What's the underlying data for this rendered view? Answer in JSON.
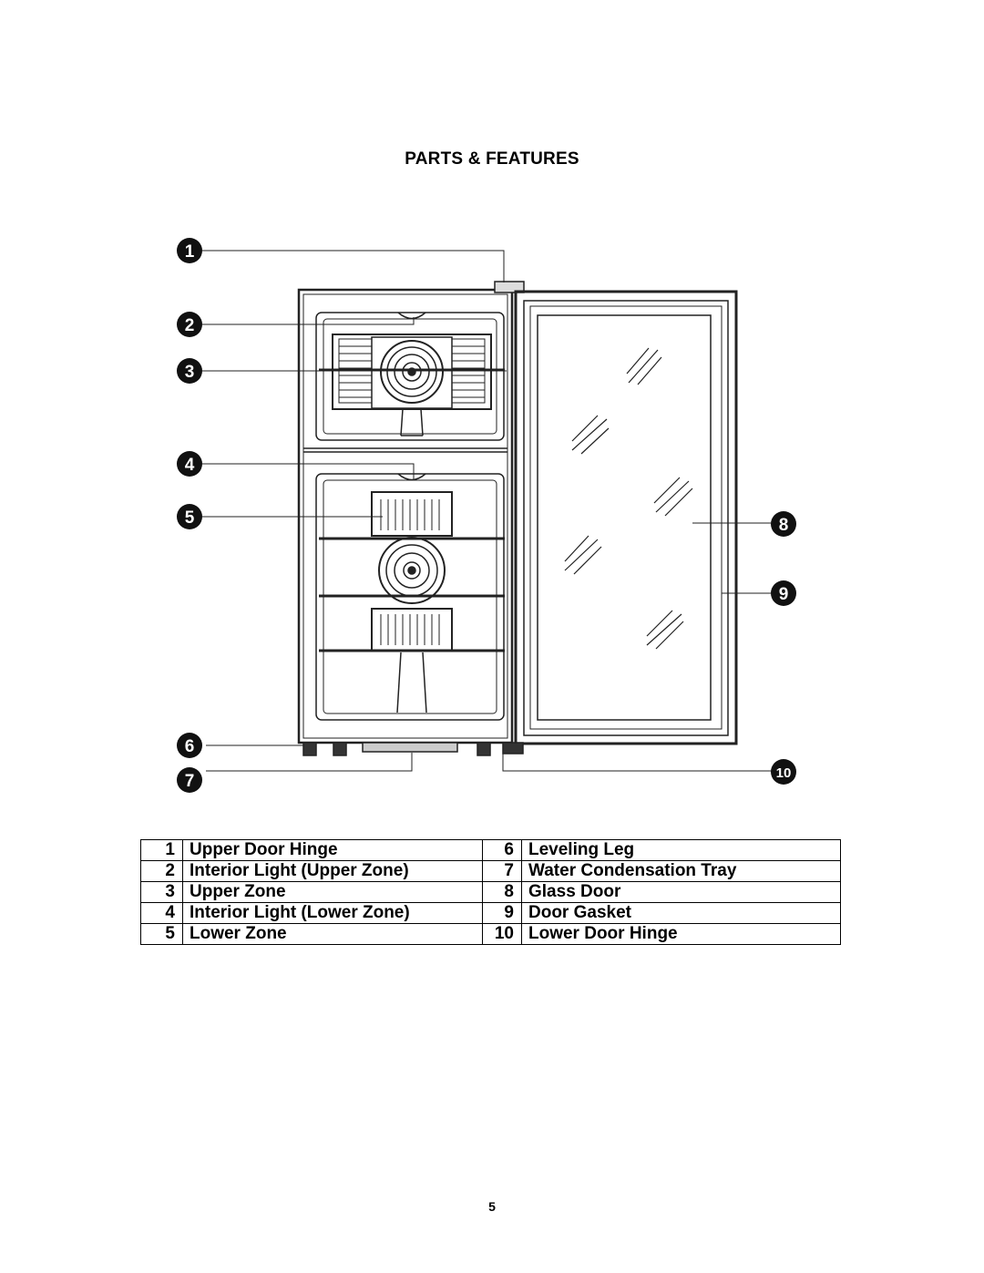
{
  "title": "PARTS & FEATURES",
  "callouts": [
    "1",
    "2",
    "3",
    "4",
    "5",
    "6",
    "7",
    "8",
    "9",
    "10"
  ],
  "parts_table": {
    "rows": [
      {
        "left_num": "1",
        "left_label": "Upper Door Hinge",
        "right_num": "6",
        "right_label": "Leveling Leg"
      },
      {
        "left_num": "2",
        "left_label": "Interior Light (Upper Zone)",
        "right_num": "7",
        "right_label": "Water Condensation Tray"
      },
      {
        "left_num": "3",
        "left_label": "Upper Zone",
        "right_num": "8",
        "right_label": "Glass Door"
      },
      {
        "left_num": "4",
        "left_label": "Interior Light (Lower Zone)",
        "right_num": "9",
        "right_label": "Door Gasket"
      },
      {
        "left_num": "5",
        "left_label": "Lower Zone",
        "right_num": "10",
        "right_label": "Lower Door Hinge"
      }
    ]
  },
  "page_number": "5"
}
